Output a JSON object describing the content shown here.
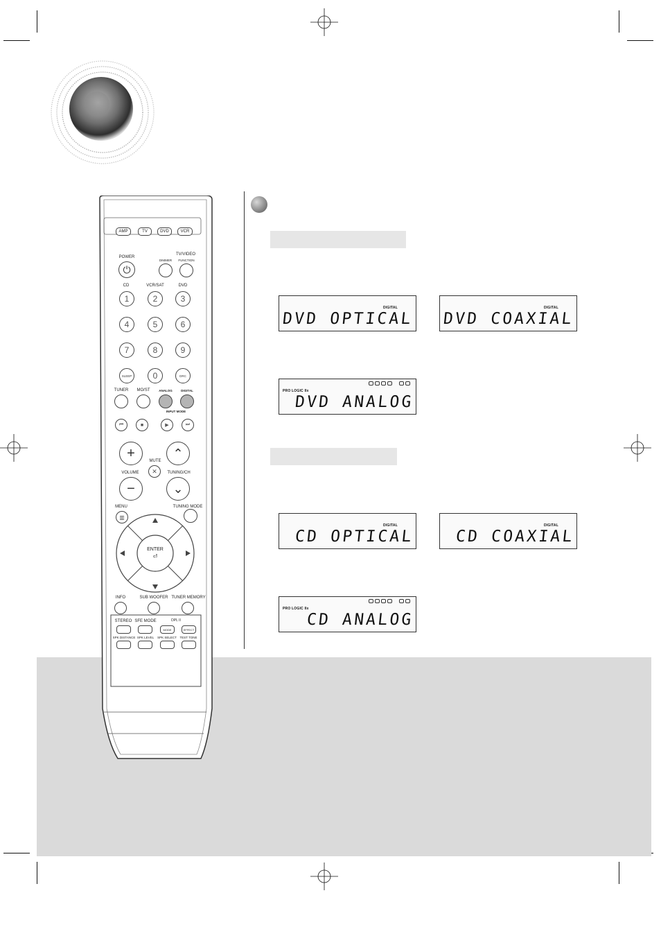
{
  "remote": {
    "modes": [
      "AMP",
      "TV",
      "DVD",
      "VCR"
    ],
    "power_label": "POWER",
    "dimmer_label": "DIMMER",
    "tv_video_label": "TV/VIDEO",
    "function_label": "FUNCTION",
    "cd_label": "CD",
    "vcr_sat_label": "VCR/SAT",
    "dvd_label": "DVD",
    "digits": [
      "1",
      "2",
      "3",
      "4",
      "5",
      "6",
      "7",
      "8",
      "9",
      "0"
    ],
    "sleep_label": "SLEEP",
    "drc_label": "DRC",
    "tuner_label": "TUNER",
    "mo_st_label": "MO/ST",
    "analog_label": "ANALOG",
    "digital_label": "DIGITAL",
    "input_mode_label": "INPUT MODE",
    "mute_label": "MUTE",
    "volume_label": "VOLUME",
    "tuning_ch_label": "TUNING/CH",
    "menu_label": "MENU",
    "tuning_mode_label": "TUNING MODE",
    "enter_label": "ENTER",
    "info_label": "INFO",
    "sub_woofer_label": "SUB WOOFER",
    "tuner_memory_label": "TUNER MEMORY",
    "stereo_label": "STEREO",
    "sfe_mode_label": "SFE MODE",
    "pl_label": "DPL II",
    "mode_label": "MODE",
    "effect_label": "EFFECT",
    "spk_distance_label": "SPK DISTANCE",
    "spk_level_label": "SPK LEVEL",
    "spk_select_label": "SPK SELECT",
    "test_tone_label": "TEST TONE"
  },
  "displays": {
    "dvd_optical": {
      "tag": "DIGITAL",
      "text": "DVD OPTICAL"
    },
    "dvd_coaxial": {
      "tag": "DIGITAL",
      "text": "DVD COAXIAL"
    },
    "dvd_analog": {
      "tag": "PRO LOGIC IIx",
      "text": "DVD ANALOG"
    },
    "cd_optical": {
      "tag": "DIGITAL",
      "text": "CD OPTICAL"
    },
    "cd_coaxial": {
      "tag": "DIGITAL",
      "text": "CD COAXIAL"
    },
    "cd_analog": {
      "tag": "PRO LOGIC IIx",
      "text": "CD ANALOG"
    }
  }
}
